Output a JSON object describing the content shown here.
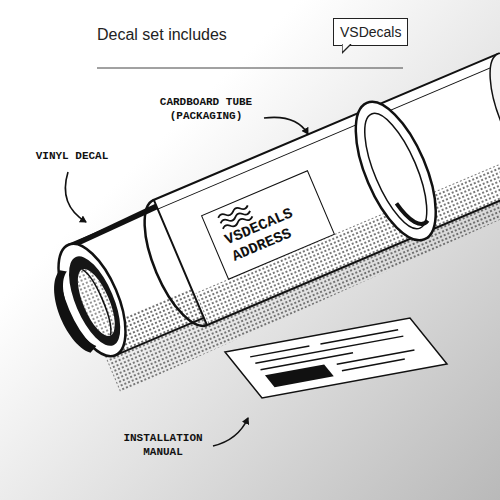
{
  "diagram": {
    "title": "Decal set includes",
    "nodes": [
      {
        "text": [
          "VSDecals"
        ]
      },
      {
        "text": [
          "VSDECALS ADDRESS"
        ]
      }
    ],
    "labels": [
      "CARDBOARD TUBE (PACKAGING)",
      "VINYL DECAL",
      "INSTALLATION MANUAL"
    ]
  }
}
